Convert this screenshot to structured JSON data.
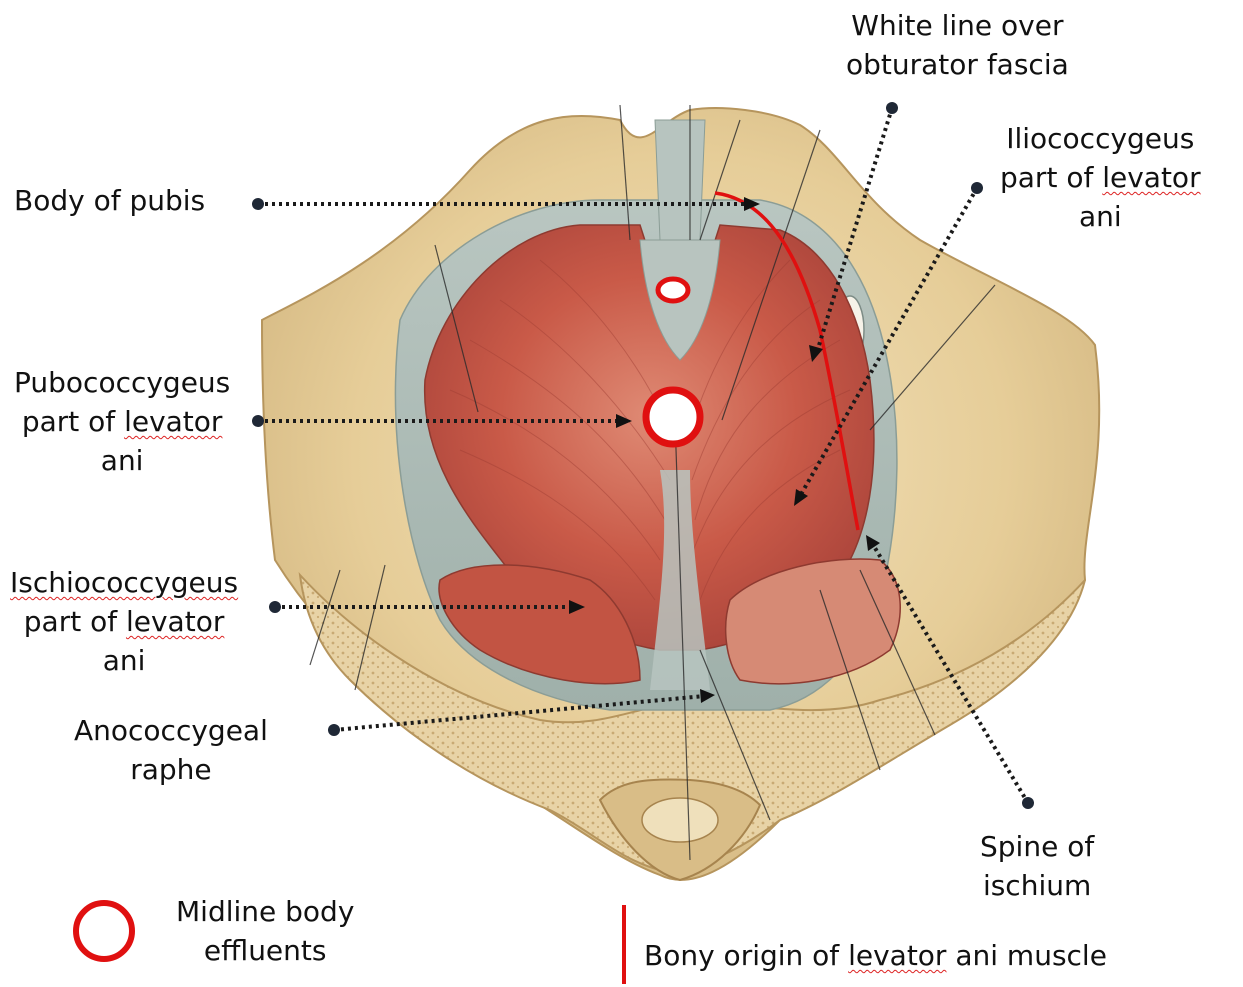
{
  "labels": {
    "white_line": [
      "White line over",
      "obturator fascia"
    ],
    "body_of_pubis": "Body of pubis",
    "iliococcygeus": [
      "Iliococcygeus",
      "part of levator",
      "ani"
    ],
    "pubococcygeus": [
      "Pubococcygeus",
      "part of levator",
      "ani"
    ],
    "ischiococcygeus": [
      "Ischiococcygeus",
      "part of levator",
      "ani"
    ],
    "anococcygeal": [
      "Anococcygeal",
      "raphe"
    ],
    "spine_of_ischium": [
      "Spine of",
      "ischium"
    ]
  },
  "legend": {
    "midline": [
      "Midline body",
      "effluents"
    ],
    "bony_origin": "Bony origin of levator ani muscle"
  },
  "colors": {
    "accent_red": "#e01010",
    "muscle": "#c9594a",
    "bone": "#e6cf9c",
    "fascia": "#aeb9b4"
  }
}
